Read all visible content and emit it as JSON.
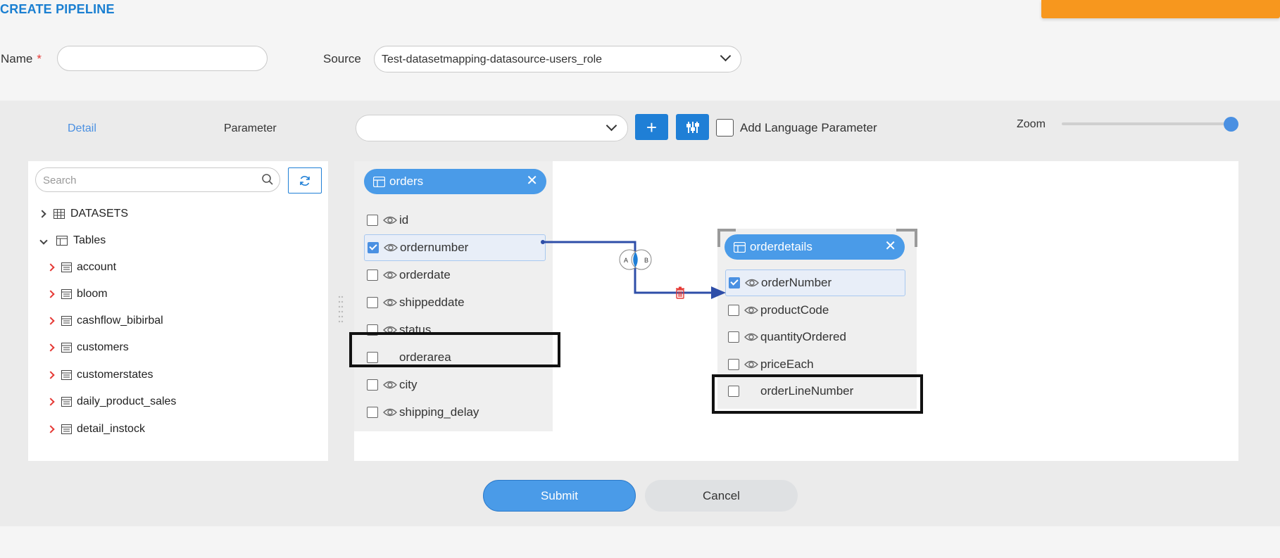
{
  "page": {
    "title": "CREATE PIPELINE"
  },
  "form": {
    "name_label": "Name",
    "required_mark": "*",
    "name_value": "",
    "source_label": "Source",
    "source_value": "Test-datasetmapping-datasource-users_role"
  },
  "tabs": {
    "detail": "Detail",
    "parameter": "Parameter"
  },
  "toolbar": {
    "parameter_select_value": "",
    "add_button": "+",
    "language_param_label": "Add Language Parameter",
    "zoom_label": "Zoom",
    "zoom_level": 1.0
  },
  "sidebar": {
    "search_placeholder": "Search",
    "groups": [
      {
        "label": "DATASETS",
        "expanded": false
      },
      {
        "label": "Tables",
        "expanded": true
      }
    ],
    "tables": [
      "account",
      "bloom",
      "cashflow_bibirbal",
      "customers",
      "customerstates",
      "daily_product_sales",
      "detail_instock"
    ]
  },
  "canvas": {
    "orders": {
      "name": "orders",
      "close": "✕",
      "columns": [
        {
          "name": "id",
          "checked": false,
          "eye": true
        },
        {
          "name": "ordernumber",
          "checked": true,
          "eye": true
        },
        {
          "name": "orderdate",
          "checked": false,
          "eye": true
        },
        {
          "name": "shippeddate",
          "checked": false,
          "eye": true
        },
        {
          "name": "status",
          "checked": false,
          "eye": true
        },
        {
          "name": "orderarea",
          "checked": false,
          "eye": false
        },
        {
          "name": "city",
          "checked": false,
          "eye": true
        },
        {
          "name": "shipping_delay",
          "checked": false,
          "eye": true
        }
      ]
    },
    "orderdetails": {
      "name": "orderdetails",
      "close": "✕",
      "columns": [
        {
          "name": "orderNumber",
          "checked": true,
          "eye": true
        },
        {
          "name": "productCode",
          "checked": false,
          "eye": true
        },
        {
          "name": "quantityOrdered",
          "checked": false,
          "eye": true
        },
        {
          "name": "priceEach",
          "checked": false,
          "eye": true
        },
        {
          "name": "orderLineNumber",
          "checked": false,
          "eye": false
        }
      ]
    },
    "join": {
      "left_letter": "A",
      "right_letter": "B"
    }
  },
  "actions": {
    "submit": "Submit",
    "cancel": "Cancel"
  },
  "colors": {
    "accent": "#1f7fd6",
    "header": "#4a9be8",
    "banner": "#f7971e",
    "link": "#2e4ea8",
    "delete": "#e53935"
  }
}
